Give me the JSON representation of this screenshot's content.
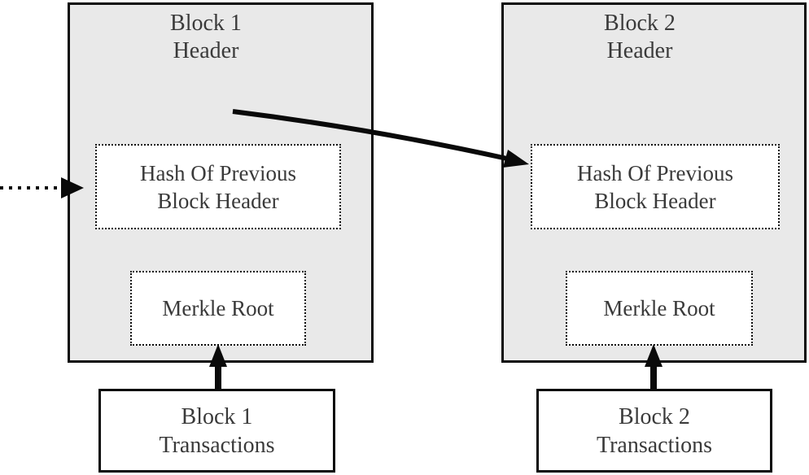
{
  "blocks": [
    {
      "header_title_line1": "Block 1",
      "header_title_line2": "Header",
      "hash_box_line1": "Hash Of Previous",
      "hash_box_line2": "Block Header",
      "merkle_box_label": "Merkle Root",
      "transactions_line1": "Block 1",
      "transactions_line2": "Transactions"
    },
    {
      "header_title_line1": "Block 2",
      "header_title_line2": "Header",
      "hash_box_line1": "Hash Of Previous",
      "hash_box_line2": "Block Header",
      "merkle_box_label": "Merkle Root",
      "transactions_line1": "Block 2",
      "transactions_line2": "Transactions"
    }
  ],
  "colors": {
    "block_fill": "#e9e9e9",
    "inner_box_fill": "#ffffff",
    "border": "#0a0a0a",
    "text": "#3a3a3a"
  }
}
